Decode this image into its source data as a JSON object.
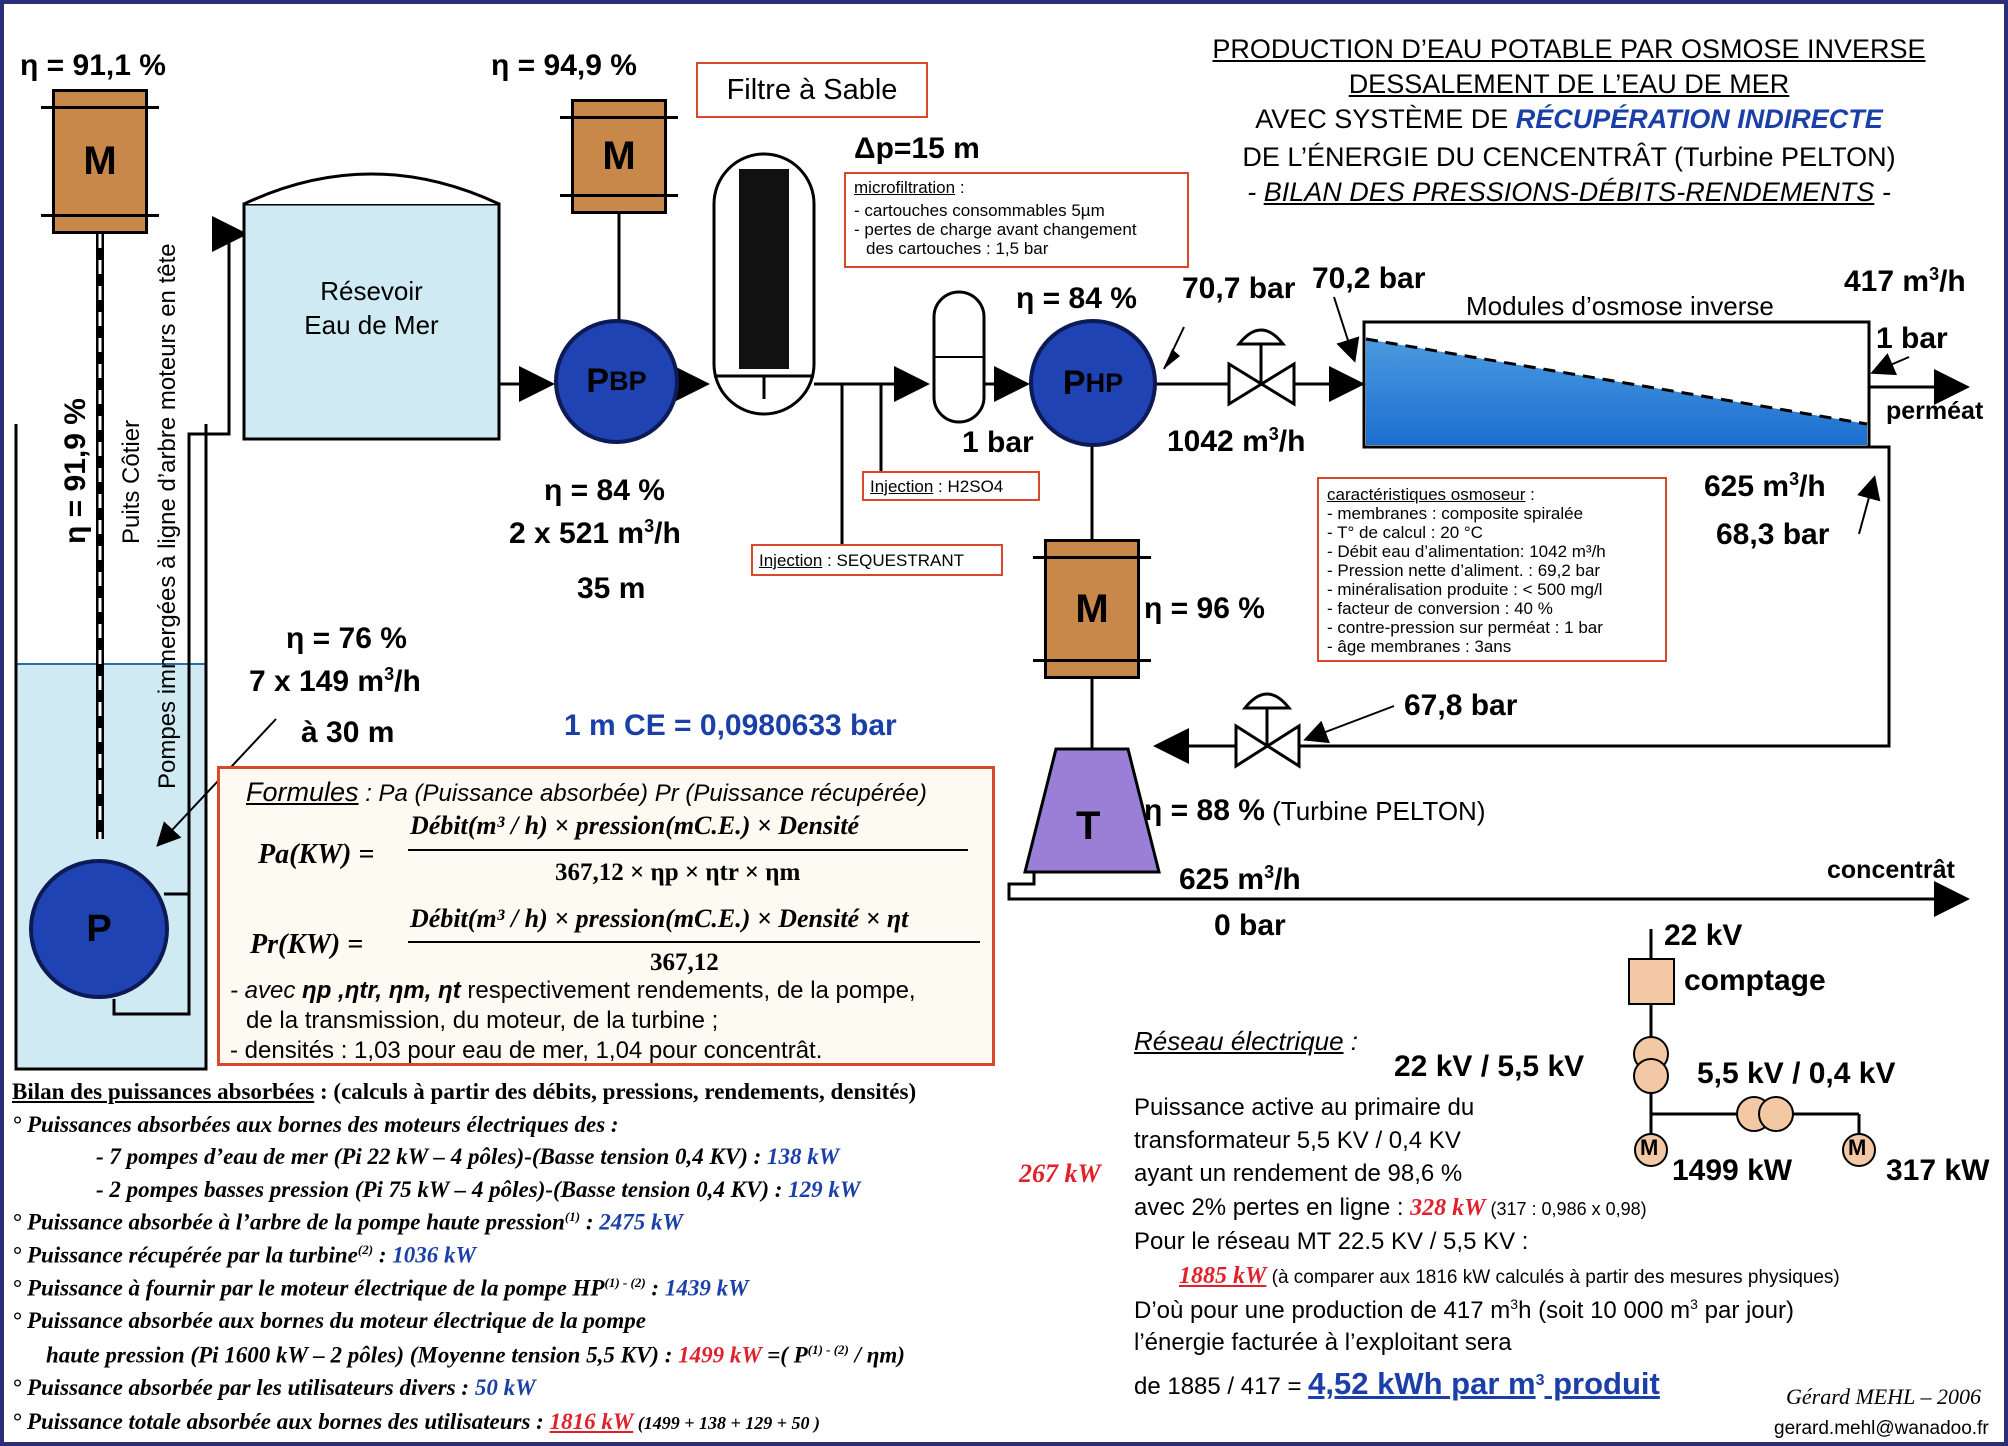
{
  "title": {
    "line1": "PRODUCTION D’EAU POTABLE PAR OSMOSE INVERSE",
    "line2": "DESSALEMENT DE L’EAU DE MER",
    "line3a": "AVEC SYSTÈME DE ",
    "line3b": "RÉCUPÉRATION INDIRECTE",
    "line4": "DE L’ÉNERGIE DU CENCENTRÂT (Turbine PELTON)",
    "line5a": "- ",
    "line5b": "BILAN DES PRESSIONS-DÉBITS-RENDEMENTS",
    "line5c": " -"
  },
  "well": {
    "eta_motor": "η = 91,1 %",
    "eta_shaft": "η = 91,9 %",
    "label1": "Puits Côtier",
    "label2": "Pompes immergées à ligne d’arbre moteurs en tête",
    "motor": "M",
    "pump": "P",
    "eta_pump": "η = 76 %",
    "flow_a": "7 x 149 m",
    "flow_sup": "3",
    "flow_b": "/h",
    "head": "à 30 m"
  },
  "reservoir": {
    "line1": "Résevoir",
    "line2": "Eau de Mer"
  },
  "bp": {
    "eta_motor": "η = 94,9 %",
    "motor": "M",
    "pump_main": "P",
    "pump_sub": "BP",
    "eta_pump": "η = 84 %",
    "flow_a": "2 x 521 m",
    "flow_sup": "3",
    "flow_b": "/h",
    "head": "35 m"
  },
  "filter": {
    "label": "Filtre à Sable",
    "dp": "Δp=15 m",
    "micro_title": "microfiltration",
    "micro_colon": " :",
    "micro1": "- cartouches consommables 5µm",
    "micro2": "- pertes de charge avant changement",
    "micro3": "des cartouches : 1,5 bar"
  },
  "injections": {
    "h2so4_title": "Injection",
    "h2so4_text": " : H2SO4",
    "seq_title": "Injection",
    "seq_text": " : SEQUESTRANT"
  },
  "hp": {
    "eta_pump": "η = 84 %",
    "pump_main": "P",
    "pump_sub": "HP",
    "inlet_pressure": "1 bar",
    "outlet_pressure": "70,7 bar",
    "flow_a": "1042 m",
    "flow_sup": "3",
    "flow_b": "/h",
    "motor": "M",
    "eta_motor": "η = 96 %"
  },
  "modules": {
    "inlet_pressure": "70,2 bar",
    "label": "Modules d’osmose inverse",
    "perm_flow_a": "417 m",
    "perm_flow_sup": "3",
    "perm_flow_b": "/h",
    "perm_pressure": "1 bar",
    "perm_label": "perméat",
    "conc_flow_a": "625 m",
    "conc_flow_sup": "3",
    "conc_flow_b": "/h",
    "conc_pressure": "68,3 bar"
  },
  "osmoseur": {
    "title": "caractéristiques osmoseur",
    "colon": " :",
    "items": [
      "- membranes : composite spiralée",
      "- T° de calcul : 20 °C",
      "- Débit eau d’alimentation: 1042 m³/h",
      "- Pression nette d’aliment. : 69,2 bar",
      "- minéralisation produite : < 500 mg/l",
      "- facteur de conversion : 40 %",
      "- contre-pression sur perméat : 1 bar",
      "- âge membranes : 3ans"
    ]
  },
  "turbine": {
    "valve_pressure": "67,8 bar",
    "label": "T",
    "eta": "η = 88 %",
    "eta_note": " (Turbine PELTON)",
    "flow_a": "625 m",
    "flow_sup": "3",
    "flow_b": "/h",
    "pressure": "0 bar",
    "outlet_label": "concentrât"
  },
  "conversion": "1 m CE = 0,0980633 bar",
  "formules": {
    "title": "Formules",
    "subtitle": " : Pa (Puissance absorbée)   Pr (Puissance récupérée)",
    "pa_lhs": "Pa(KW) =",
    "pa_num": "Débit(m³ / h) × pression(mC.E.) × Densité",
    "pa_den": "367,12 × ηp × ηtr × ηm",
    "pr_lhs": "Pr(KW) =",
    "pr_num": "Débit(m³ / h) × pression(mC.E.) × Densité × ηt",
    "pr_den": "367,12",
    "note1a": "- avec ",
    "note1b": "ηp ,ηtr, ηm, ηt",
    "note1c": " respectivement rendements, de la pompe,",
    "note2": "de la transmission, du moteur, de la turbine ;",
    "note3": "- densités : 1,03 pour eau de mer, 1,04 pour concentrât."
  },
  "bilan": {
    "heading": "Bilan des puissances absorbées",
    "heading_rest": " : (calculs à partir des débits, pressions, rendements, densités)",
    "l1": "° Puissances absorbées aux bornes des moteurs électriques des :",
    "l2a": "- 7 pompes d’eau de mer (Pi 22 kW – 4 pôles)-(Basse tension 0,4 KV) : ",
    "l2b": "138 kW",
    "l3a": "- 2 pompes basses pression (Pi 75 kW – 4 pôles)-(Basse tension 0,4 KV) : ",
    "l3b": "129 kW",
    "sum_lv": "267 kW",
    "l4a": "° Puissance absorbée à l’arbre de la pompe haute pression",
    "l4sup": "(1)",
    "l4b": " : ",
    "l4c": "2475 kW",
    "l5a": "° Puissance récupérée par la turbine",
    "l5sup": "(2)",
    "l5b": " : ",
    "l5c": "1036 kW",
    "l6a": "° Puissance à fournir par le moteur électrique de la pompe HP",
    "l6sup": "(1) - (2)",
    "l6b": " : ",
    "l6c": "1439 kW",
    "l7": "° Puissance absorbée aux bornes du moteur électrique de la pompe",
    "l8a": "haute pression (Pi 1600 kW – 2 pôles) (Moyenne tension 5,5 KV) : ",
    "l8b": "1499 kW",
    "l8c": " =( P",
    "l8sup": "(1) - (2)",
    "l8d": " / ηm)",
    "l9a": "° Puissance absorbée par les utilisateurs divers  : ",
    "l9b": "50 kW",
    "l10a": "° Puissance totale absorbée aux bornes des utilisateurs  : ",
    "l10b": "1816 kW",
    "l10c": "  (1499 + 138 + 129 + 50 )"
  },
  "reseau": {
    "title": "Réseau électrique",
    "colon": " :",
    "kv22": "22 kV",
    "comptage": "comptage",
    "t1": "22 kV / 5,5 kV",
    "t2": "5,5 kV / 0,4 kV",
    "m1_label": "M",
    "m1_power": "1499 kW",
    "m2_label": "M",
    "m2_power": "317 kW",
    "p1": "Puissance active au primaire du",
    "p2": "transformateur 5,5 KV / 0,4 KV",
    "p3": "ayant un rendement de 98,6 %",
    "p4a": "avec 2% pertes en ligne : ",
    "p4b": "328 kW",
    "p4c": "  (317 : 0,986 x 0,98)",
    "p5": "Pour le réseau MT 22.5 KV / 5,5 KV :",
    "p6a": "1885 kW",
    "p6b": "  (à comparer aux 1816 kW calculés à partir des mesures physiques)",
    "p7a": "D’où pour une production de 417 m",
    "p7sup1": "3",
    "p7b": "h (soit 10 000 m",
    "p7sup2": "3",
    "p7c": " par jour)",
    "p8": "l’énergie facturée à l’exploitant sera",
    "p9a": "de 1885 / 417 = ",
    "p9b": "4,52 kWh par m",
    "p9sup": "3",
    "p9c": " produit"
  },
  "signature": {
    "name": "Gérard MEHL – 2006",
    "email": "gerard.mehl@wanadoo.fr"
  }
}
